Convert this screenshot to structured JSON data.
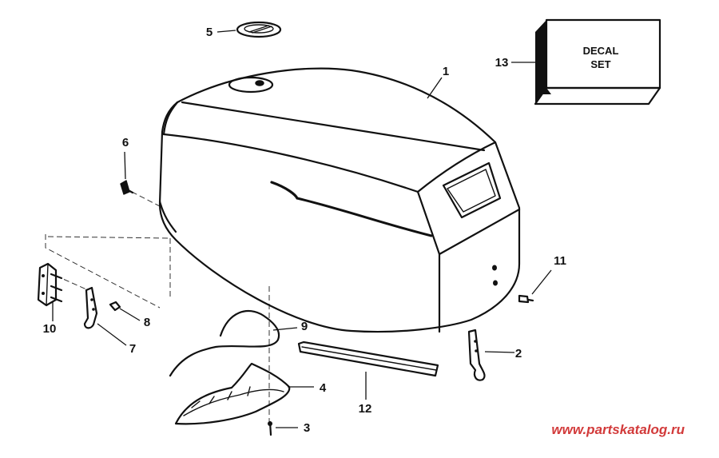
{
  "callouts": [
    {
      "id": "1",
      "label": "1"
    },
    {
      "id": "2",
      "label": "2"
    },
    {
      "id": "3",
      "label": "3"
    },
    {
      "id": "4",
      "label": "4"
    },
    {
      "id": "5",
      "label": "5"
    },
    {
      "id": "6",
      "label": "6"
    },
    {
      "id": "7",
      "label": "7"
    },
    {
      "id": "8",
      "label": "8"
    },
    {
      "id": "9",
      "label": "9"
    },
    {
      "id": "10",
      "label": "10"
    },
    {
      "id": "11",
      "label": "11"
    },
    {
      "id": "12",
      "label": "12"
    },
    {
      "id": "13",
      "label": "13"
    }
  ],
  "decal": {
    "line1": "DECAL",
    "line2": "SET"
  },
  "watermark": "www.partskatalog.ru",
  "colors": {
    "ink": "#111111",
    "watermark": "#d23a3a",
    "background": "#ffffff"
  }
}
